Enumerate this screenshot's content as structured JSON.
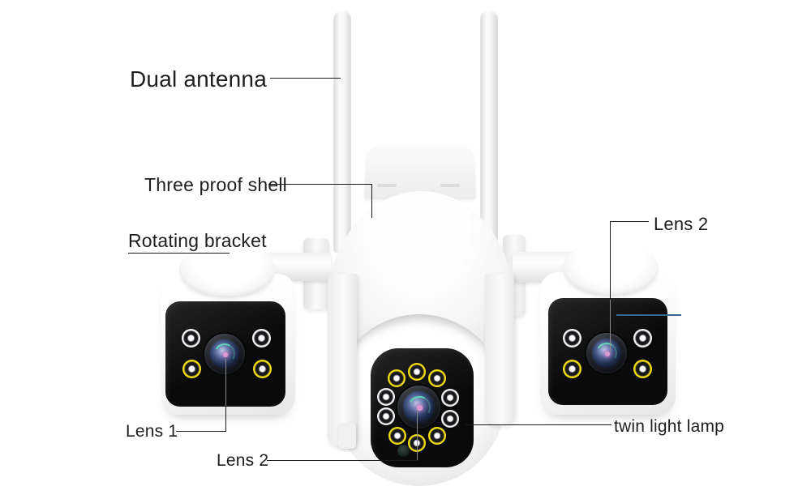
{
  "figure": {
    "background": "#ffffff",
    "labels": {
      "dual_antenna": "Dual antenna",
      "three_proof_shell": "Three proof shell",
      "rotating_bracket": "Rotating bracket",
      "lens_1": "Lens 1",
      "lens_2_bottom": "Lens 2",
      "lens_2_right": "Lens 2",
      "twin_light_lamp": "twin light lamp"
    },
    "colors": {
      "background": "#ffffff",
      "label_text": "#1e1e1e",
      "callout_line": "#1c1c1c",
      "callout_line_on_black": "#8a8a8a",
      "callout_accent_blue": "#33688c",
      "led_yellow": "#f2dd16",
      "led_white_ring": "#f2f2f2",
      "faceplate_black": "#0d0d0d",
      "camera_body_white": "#f6f6f6"
    }
  }
}
